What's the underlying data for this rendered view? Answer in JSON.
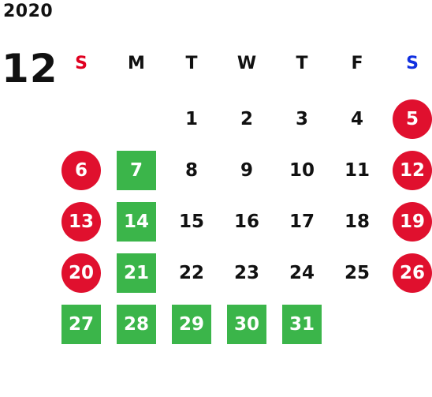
{
  "calendar": {
    "year": "2020",
    "month": "12",
    "weekdays": [
      {
        "label": "S",
        "color": "#e00020"
      },
      {
        "label": "M",
        "color": "#111111"
      },
      {
        "label": "T",
        "color": "#111111"
      },
      {
        "label": "W",
        "color": "#111111"
      },
      {
        "label": "T",
        "color": "#111111"
      },
      {
        "label": "F",
        "color": "#111111"
      },
      {
        "label": "S",
        "color": "#1030e0"
      }
    ],
    "weeks": [
      [
        null,
        null,
        {
          "day": "1"
        },
        {
          "day": "2"
        },
        {
          "day": "3"
        },
        {
          "day": "4"
        },
        {
          "day": "5",
          "style": "red"
        }
      ],
      [
        {
          "day": "6",
          "style": "red"
        },
        {
          "day": "7",
          "style": "green"
        },
        {
          "day": "8"
        },
        {
          "day": "9"
        },
        {
          "day": "10"
        },
        {
          "day": "11"
        },
        {
          "day": "12",
          "style": "red"
        }
      ],
      [
        {
          "day": "13",
          "style": "red"
        },
        {
          "day": "14",
          "style": "green"
        },
        {
          "day": "15"
        },
        {
          "day": "16"
        },
        {
          "day": "17"
        },
        {
          "day": "18"
        },
        {
          "day": "19",
          "style": "red"
        }
      ],
      [
        {
          "day": "20",
          "style": "red"
        },
        {
          "day": "21",
          "style": "green"
        },
        {
          "day": "22"
        },
        {
          "day": "23"
        },
        {
          "day": "24"
        },
        {
          "day": "25"
        },
        {
          "day": "26",
          "style": "red"
        }
      ],
      [
        {
          "day": "27",
          "style": "green"
        },
        {
          "day": "28",
          "style": "green"
        },
        {
          "day": "29",
          "style": "green"
        },
        {
          "day": "30",
          "style": "green"
        },
        {
          "day": "31",
          "style": "green"
        },
        null,
        null
      ]
    ],
    "colors": {
      "red_circle": "#e0102e",
      "green_box": "#3bb54a",
      "text": "#111111",
      "text_on_marker": "#ffffff"
    }
  }
}
